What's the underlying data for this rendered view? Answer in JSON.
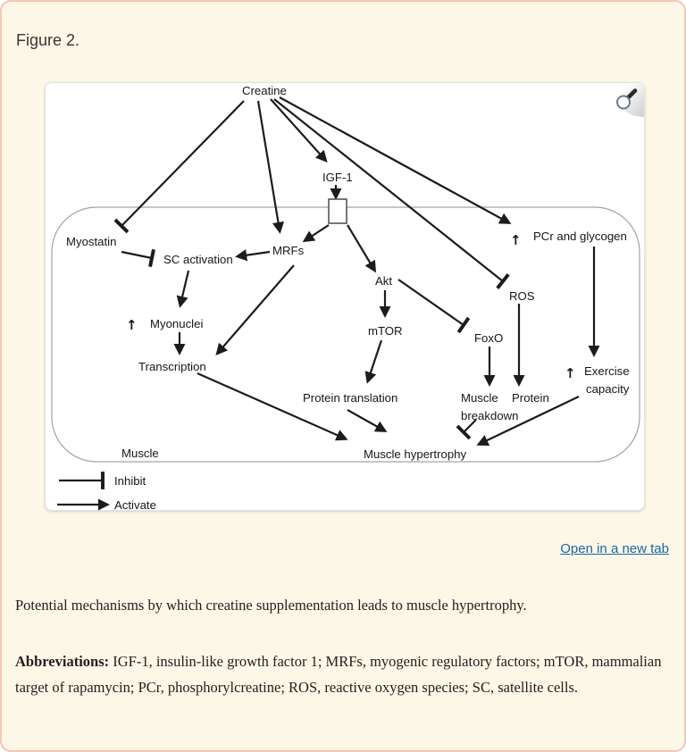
{
  "colors": {
    "page_background": "#fdf7e7",
    "page_border": "#f2c8b5",
    "panel_background": "#ffffff",
    "link_blue": "#1b67a7",
    "diagram_ink": "#1c1c1c",
    "membrane_gray": "#a3a3a3"
  },
  "header": {
    "figure_label": "Figure 2."
  },
  "figure": {
    "open_in_new_tab": "Open in a new tab",
    "magnifier_icon": "magnifying-glass"
  },
  "caption": {
    "text": "Potential mechanisms by which creatine supplementation leads to muscle hypertrophy."
  },
  "abbreviations": {
    "label": "Abbreviations:",
    "text": "IGF-1, insulin-like growth factor 1; MRFs, myogenic regulatory factors; mTOR, mammalian target of rapamycin; PCr, phosphorylcreatine; ROS, reactive oxygen species; SC, satellite cells."
  },
  "diagram": {
    "nodes": {
      "creatine": "Creatine",
      "igf1": "IGF-1",
      "myostatin": "Myostatin",
      "sc_activation": "SC activation",
      "mrfs": "MRFs",
      "akt": "Akt",
      "mtor": "mTOR",
      "ros": "ROS",
      "foxo": "FoxO",
      "pcr_glycogen": "PCr and glycogen",
      "myonuclei": "Myonuclei",
      "transcription": "Transcription",
      "protein_translation": "Protein translation",
      "muscle_breakdown_line1": "Muscle",
      "muscle_breakdown_line2": "breakdown",
      "protein": "Protein",
      "exercise_line1": "Exercise",
      "exercise_line2": "capacity",
      "muscle_hypertrophy": "Muscle hypertrophy",
      "muscle_cell": "Muscle",
      "up_arrow": "↑"
    },
    "legend": {
      "inhibit": "Inhibit",
      "activate": "Activate"
    },
    "edges": [
      {
        "from": "Creatine",
        "to": "Myostatin",
        "type": "inhibit"
      },
      {
        "from": "Creatine",
        "to": "MRFs",
        "type": "activate"
      },
      {
        "from": "Creatine",
        "to": "IGF-1",
        "type": "activate"
      },
      {
        "from": "Creatine",
        "to": "ROS",
        "type": "inhibit"
      },
      {
        "from": "Creatine",
        "to": "PCr and glycogen",
        "type": "activate"
      },
      {
        "from": "IGF-1",
        "to": "IGF-1 receptor",
        "type": "activate"
      },
      {
        "from": "IGF-1 receptor",
        "to": "MRFs",
        "type": "activate"
      },
      {
        "from": "IGF-1 receptor",
        "to": "Akt",
        "type": "activate"
      },
      {
        "from": "MRFs",
        "to": "SC activation",
        "type": "activate"
      },
      {
        "from": "Myostatin",
        "to": "SC activation",
        "type": "inhibit"
      },
      {
        "from": "SC activation",
        "to": "Myonuclei",
        "type": "activate"
      },
      {
        "from": "Myonuclei",
        "to": "Transcription",
        "type": "activate"
      },
      {
        "from": "MRFs",
        "to": "Transcription",
        "type": "activate"
      },
      {
        "from": "Akt",
        "to": "mTOR",
        "type": "activate"
      },
      {
        "from": "Akt",
        "to": "FoxO",
        "type": "inhibit"
      },
      {
        "from": "mTOR",
        "to": "Protein translation",
        "type": "activate"
      },
      {
        "from": "ROS",
        "to": "Muscle protein breakdown",
        "type": "activate"
      },
      {
        "from": "FoxO",
        "to": "Muscle protein breakdown",
        "type": "activate"
      },
      {
        "from": "PCr and glycogen",
        "to": "Exercise capacity",
        "type": "activate"
      },
      {
        "from": "Muscle protein breakdown",
        "to": "Muscle hypertrophy",
        "type": "inhibit"
      },
      {
        "from": "Exercise capacity",
        "to": "Muscle hypertrophy",
        "type": "activate"
      },
      {
        "from": "Protein translation",
        "to": "Muscle hypertrophy",
        "type": "activate"
      },
      {
        "from": "Transcription",
        "to": "Muscle hypertrophy",
        "type": "activate"
      }
    ]
  }
}
